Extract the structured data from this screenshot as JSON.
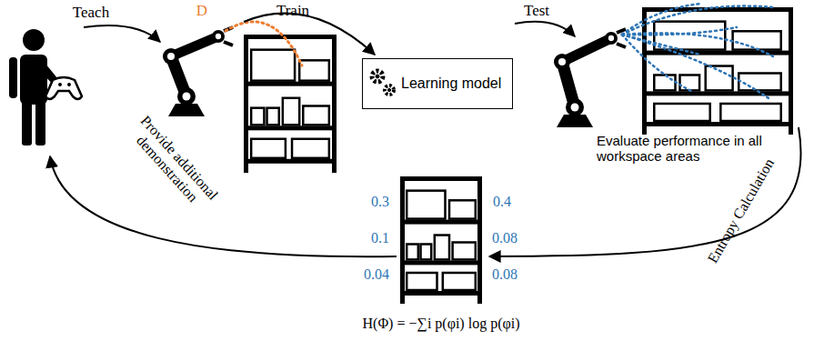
{
  "diagram": {
    "nodes": [
      {
        "text": [
          "Learning model"
        ]
      }
    ],
    "labels": [
      "Teach",
      "D",
      "Train",
      "Test",
      "Evaluate performance in all workspace areas",
      "Entropy Calculation",
      "0.3",
      "0.4",
      "0.1",
      "0.08",
      "0.04",
      "0.08",
      "H(Φ) = −∑i p(φi) log p(φi)",
      "Provide additional demonstration"
    ]
  }
}
